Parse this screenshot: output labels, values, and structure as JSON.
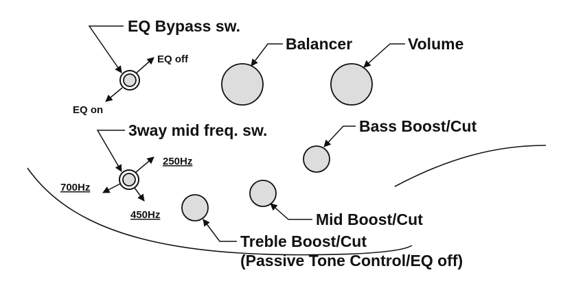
{
  "colors": {
    "ink": "#111111",
    "knob_fill": "#dddddd",
    "background": "#ffffff"
  },
  "labels": {
    "eq_bypass": "EQ Bypass sw.",
    "eq_off": "EQ off",
    "eq_on": "EQ on",
    "balancer": "Balancer",
    "volume": "Volume",
    "bass": "Bass Boost/Cut",
    "mid_freq": "3way mid freq. sw.",
    "hz250": "250Hz",
    "hz700": "700Hz",
    "hz450": "450Hz",
    "mid": "Mid Boost/Cut",
    "treble_line1": "Treble Boost/Cut",
    "treble_line2": "(Passive Tone Control/EQ off)"
  }
}
